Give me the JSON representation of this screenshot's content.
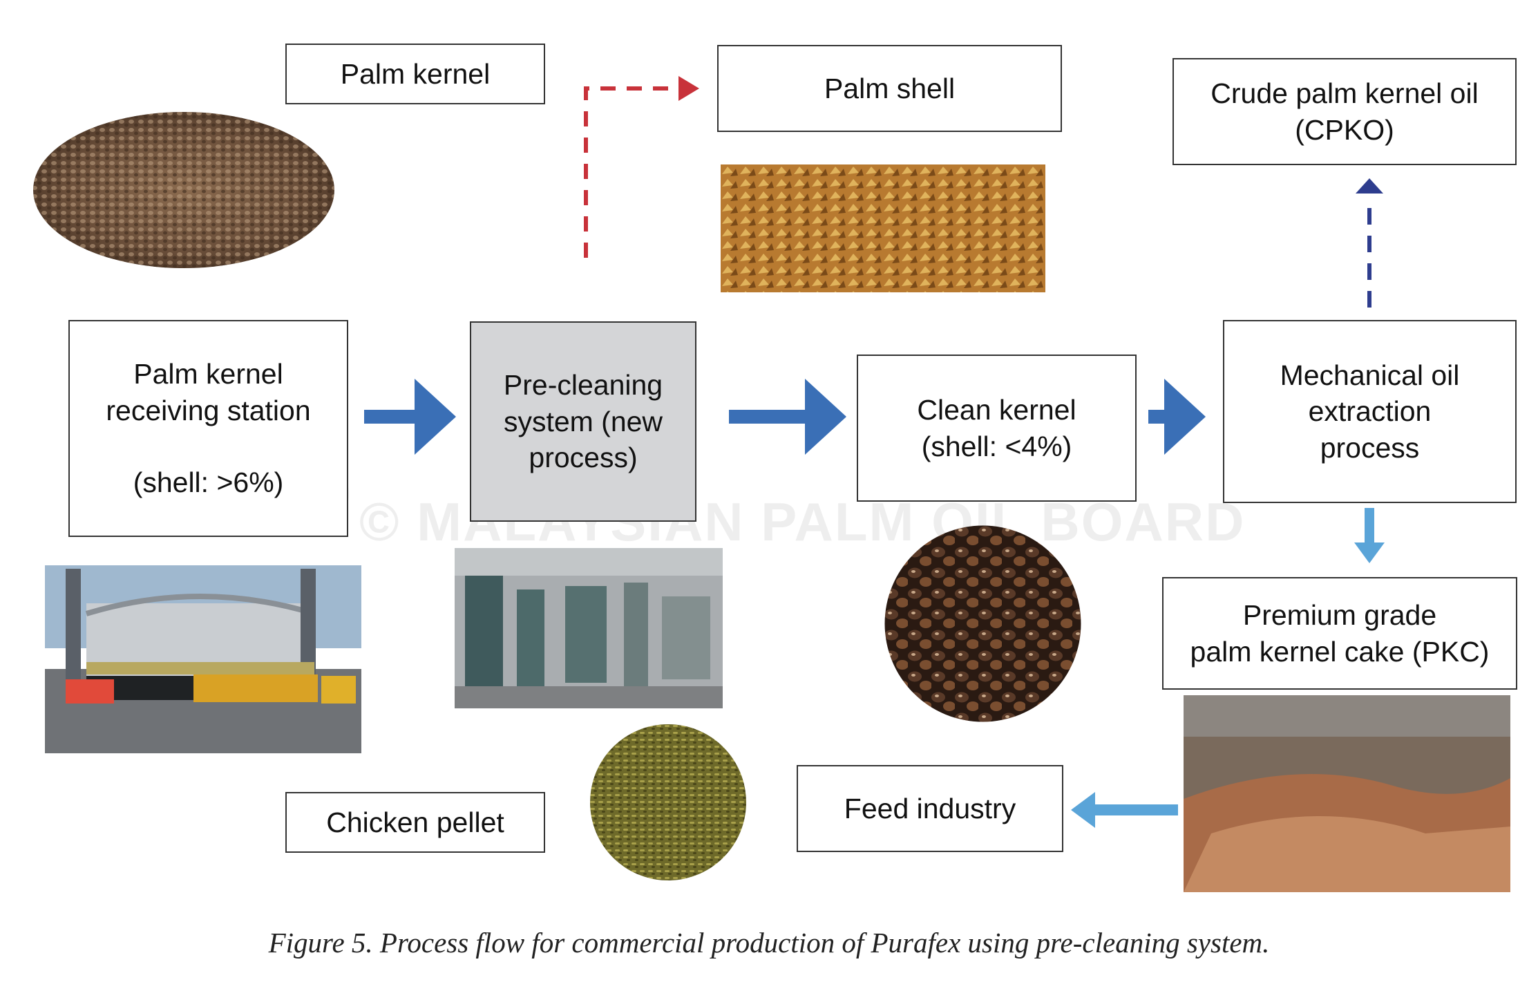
{
  "boxes": {
    "palm_kernel": "Palm kernel",
    "palm_shell": "Palm shell",
    "cpko": "Crude palm kernel oil\n(CPKO)",
    "receiving": "Palm kernel\nreceiving station\n\n(shell: >6%)",
    "precleaning": "Pre-cleaning\nsystem (new\nprocess)",
    "clean_kernel": "Clean kernel\n(shell: <4%)",
    "mechanical": "Mechanical oil\nextraction\nprocess",
    "pkc": "Premium grade\npalm kernel cake (PKC)",
    "feed": "Feed industry",
    "chicken": "Chicken pellet"
  },
  "watermark": "© MALAYSIAN PALM OIL BOARD",
  "caption": "Figure 5. Process flow for commercial production of Purafex using pre-cleaning system.",
  "colors": {
    "main_arrow": "#3a6fb6",
    "light_arrow": "#5aa4d8",
    "red_dashed": "#c8323a",
    "navy_dashed": "#2e3d8e",
    "precleaning_fill": "#d4d5d7"
  }
}
